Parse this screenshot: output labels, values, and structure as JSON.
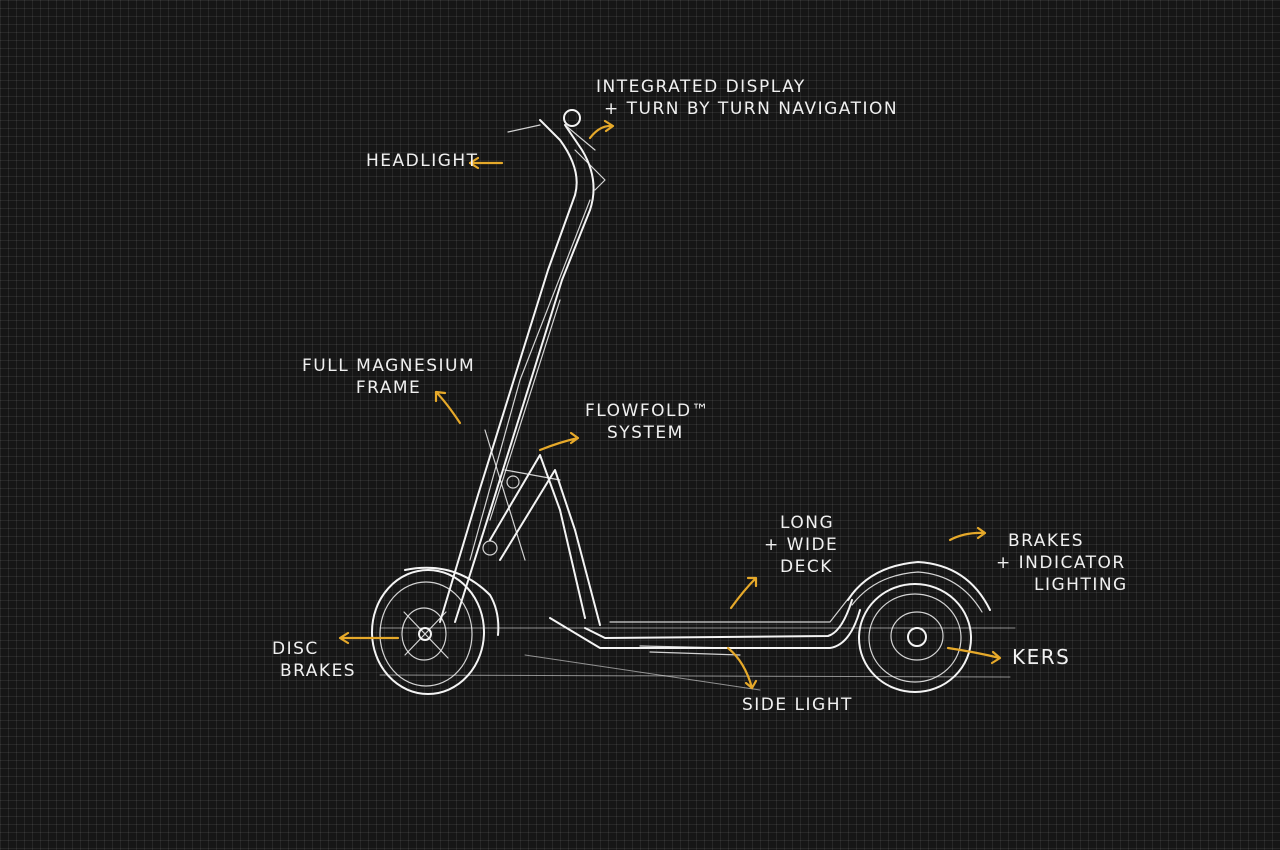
{
  "annotations": {
    "display": {
      "line1": "Integrated Display",
      "line2": "+ Turn by Turn Navigation"
    },
    "headlight": "Headlight",
    "frame": {
      "line1": "Full Magnesium",
      "line2": "Frame"
    },
    "flowfold": {
      "line1": "Flowfold™",
      "line2": "System"
    },
    "deck": {
      "line1": "Long",
      "line2": "+ Wide",
      "line3": "Deck"
    },
    "brakes": {
      "line1": "Brakes",
      "line2": "+ Indicator",
      "line3": "Lighting"
    },
    "disc": {
      "line1": "Disc",
      "line2": "Brakes"
    },
    "kers": "KERS",
    "sidelight": "Side Light"
  },
  "colors": {
    "background": "#161616",
    "grid": "#2a2a2a",
    "sketch": "#f4f4f4",
    "arrow": "#e6a92a"
  }
}
